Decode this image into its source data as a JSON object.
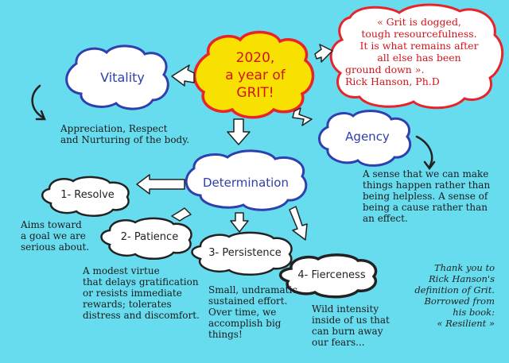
{
  "center": {
    "line1": "2020,",
    "line2": "a year of",
    "line3": "GRIT!"
  },
  "quote": {
    "lines": [
      "« Grit is dogged,",
      "tough resourcefulness.",
      "It is what remains after",
      "all else has been",
      "ground down »."
    ],
    "author": "Rick Hanson, Ph.D"
  },
  "vitality": {
    "label": "Vitality",
    "desc": [
      "Appreciation, Respect",
      "and Nurturing of the body."
    ]
  },
  "agency": {
    "label": "Agency",
    "desc": [
      "A sense that we can make",
      "things happen rather than",
      "being helpless. A sense of",
      "being a cause rather than",
      "an effect."
    ]
  },
  "determination": {
    "label": "Determination"
  },
  "resolve": {
    "label": "1- Resolve",
    "desc": [
      "Aims toward",
      "a goal we are",
      "serious about."
    ]
  },
  "patience": {
    "label": "2- Patience",
    "desc": [
      "A modest virtue",
      "that delays gratification",
      "or resists immediate",
      "rewards; tolerates",
      "distress and discomfort."
    ]
  },
  "persistence": {
    "label": "3- Persistence",
    "desc": [
      "Small, undramatic",
      "sustained effort.",
      "Over time, we",
      "accomplish big",
      "things!"
    ]
  },
  "fierceness": {
    "label": "4- Fierceness",
    "desc": [
      "Wild intensity",
      "inside of us that",
      "can burn away",
      "our fears..."
    ]
  },
  "thanks": [
    "Thank you to",
    "Rick Hanson's",
    "definition of Grit.",
    "Borrowed from",
    "his book:",
    "« Resilient »"
  ],
  "colors": {
    "background": "#67dcef",
    "center_fill": "#f8e100",
    "center_outline": "#e8232a",
    "blue_outline": "#2f3fae",
    "quote_outline": "#e8232a",
    "dark_outline": "#222222"
  },
  "icons": [
    "arrow-icon",
    "curved-arrow-icon"
  ]
}
